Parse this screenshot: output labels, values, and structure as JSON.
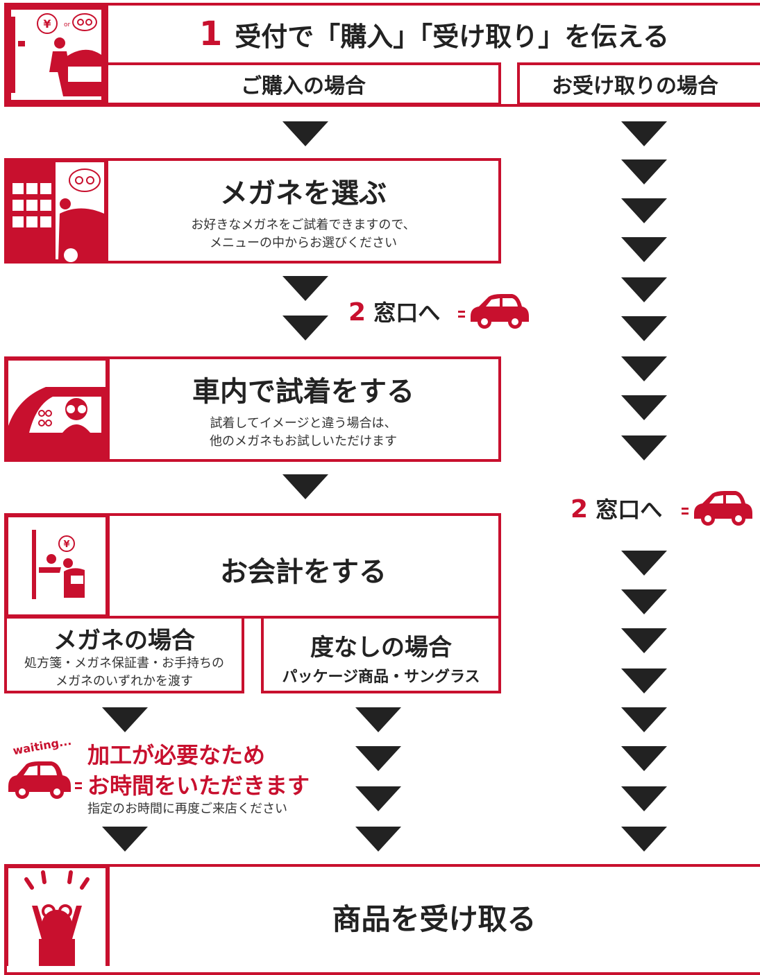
{
  "header": {
    "step_number": "1",
    "title": "受付で「購入」「受け取り」を伝える",
    "purchase_label": "ご購入の場合",
    "pickup_label": "お受け取りの場合",
    "icon_bubble_left": "¥",
    "icon_bubble_or": "or"
  },
  "step_choose": {
    "title": "メガネを選ぶ",
    "desc_line1": "お好きなメガネをご試着できますので、",
    "desc_line2": "メニューの中からお選びください"
  },
  "window_note": {
    "number": "2",
    "text": "窓口へ"
  },
  "step_try": {
    "title": "車内で試着をする",
    "desc_line1": "試着してイメージと違う場合は、",
    "desc_line2": "他のメガネもお試しいただけます"
  },
  "step_pay": {
    "title": "お会計をする",
    "icon_bubble": "¥"
  },
  "glasses_case": {
    "title": "メガネの場合",
    "desc_line1": "処方箋・メガネ保証書・お手持ちの",
    "desc_line2": "メガネのいずれかを渡す"
  },
  "plain_case": {
    "title": "度なしの場合",
    "subtitle": "パッケージ商品・サングラス"
  },
  "waiting": {
    "badge": "waiting...",
    "line1": "加工が必要なため",
    "line2": "お時間をいただきます",
    "note": "指定のお時間に再度ご来店ください"
  },
  "final": {
    "title": "商品を受け取る"
  },
  "colors": {
    "accent": "#c8102e",
    "arrow": "#222222"
  }
}
